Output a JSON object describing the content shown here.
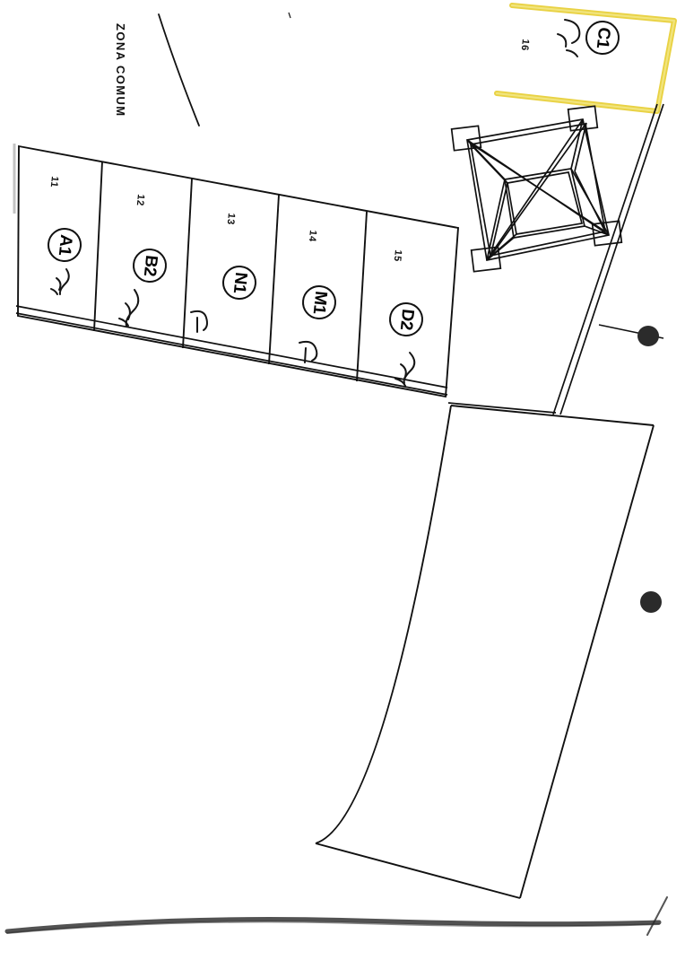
{
  "document": {
    "kind": "scanned-site-plan",
    "title": "ZONA COMUM",
    "background_color": "#ffffff",
    "ink_color": "#111111",
    "highlight_color": "#e8d03a"
  },
  "annotations": {
    "zona_comum": "ZONA COMUM"
  },
  "parcels": [
    {
      "number": "11",
      "code": "A1",
      "handwriting": "عبدو"
    },
    {
      "number": "12",
      "code": "B2",
      "handwriting": "عبدو"
    },
    {
      "number": "13",
      "code": "N1",
      "handwriting": "ر"
    },
    {
      "number": "14",
      "code": "M1",
      "handwriting": "ر"
    },
    {
      "number": "15",
      "code": "D2",
      "handwriting": "علي"
    }
  ],
  "highlighted_parcel": {
    "number": "16",
    "code": "C1",
    "handwriting": "علي",
    "highlight_color": "#e8d03a"
  },
  "features": {
    "tower": "lattice-tower-footprint",
    "road": "access-road-corridor",
    "large_lot": "unlabelled-large-lot",
    "markers": [
      {
        "name": "pole-marker-upper"
      },
      {
        "name": "pole-marker-lower"
      }
    ],
    "scan_edge": "paper-edge-artifact"
  }
}
